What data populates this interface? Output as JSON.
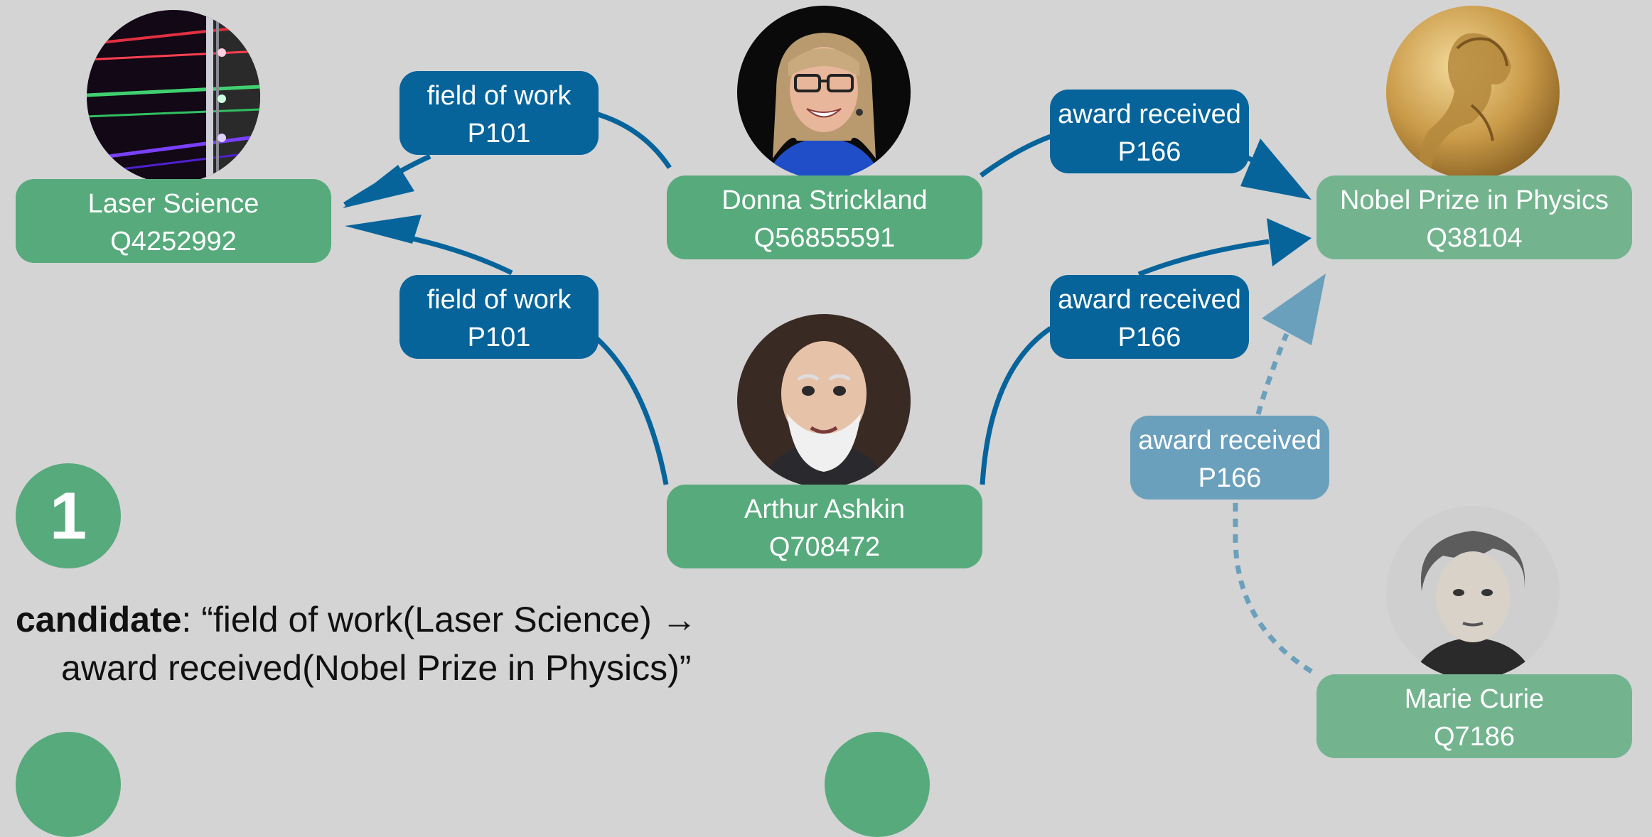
{
  "entities": {
    "laser": {
      "name": "Laser Science",
      "id": "Q4252992"
    },
    "donna": {
      "name": "Donna Strickland",
      "id": "Q56855591"
    },
    "nobel": {
      "name": "Nobel Prize in Physics",
      "id": "Q38104"
    },
    "arthur": {
      "name": "Arthur Ashkin",
      "id": "Q708472"
    },
    "marie": {
      "name": "Marie Curie",
      "id": "Q7186"
    }
  },
  "relations": {
    "donna_field": {
      "label": "field of work",
      "pid": "P101"
    },
    "arthur_field": {
      "label": "field of work",
      "pid": "P101"
    },
    "donna_award": {
      "label": "award received",
      "pid": "P166"
    },
    "arthur_award": {
      "label": "award received",
      "pid": "P166"
    },
    "marie_award": {
      "label": "award received",
      "pid": "P166"
    }
  },
  "step": {
    "number": "1"
  },
  "candidate": {
    "keyword": "candidate",
    "line1": ": “field of work(Laser Science) →",
    "line2": "award received(Nobel Prize in Physics)”"
  },
  "colors": {
    "entity": "#57aa7c",
    "entity_light": "#73b48f",
    "relation": "#06649b",
    "relation_faded": "#6ba0bd",
    "background": "#d4d4d4"
  }
}
